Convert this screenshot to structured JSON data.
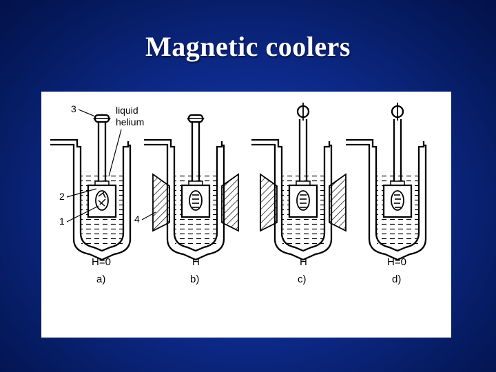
{
  "slide": {
    "title": "Magnetic coolers"
  },
  "diagram": {
    "callouts": {
      "n1": "1",
      "n2": "2",
      "n3": "3",
      "n4": "4",
      "liquid": "liquid",
      "helium": "helium"
    },
    "stages": [
      {
        "field": "H=0",
        "caption": "a)"
      },
      {
        "field": "H",
        "caption": "b)"
      },
      {
        "field": "H",
        "caption": "c)"
      },
      {
        "field": "H=0",
        "caption": "d)"
      }
    ]
  }
}
